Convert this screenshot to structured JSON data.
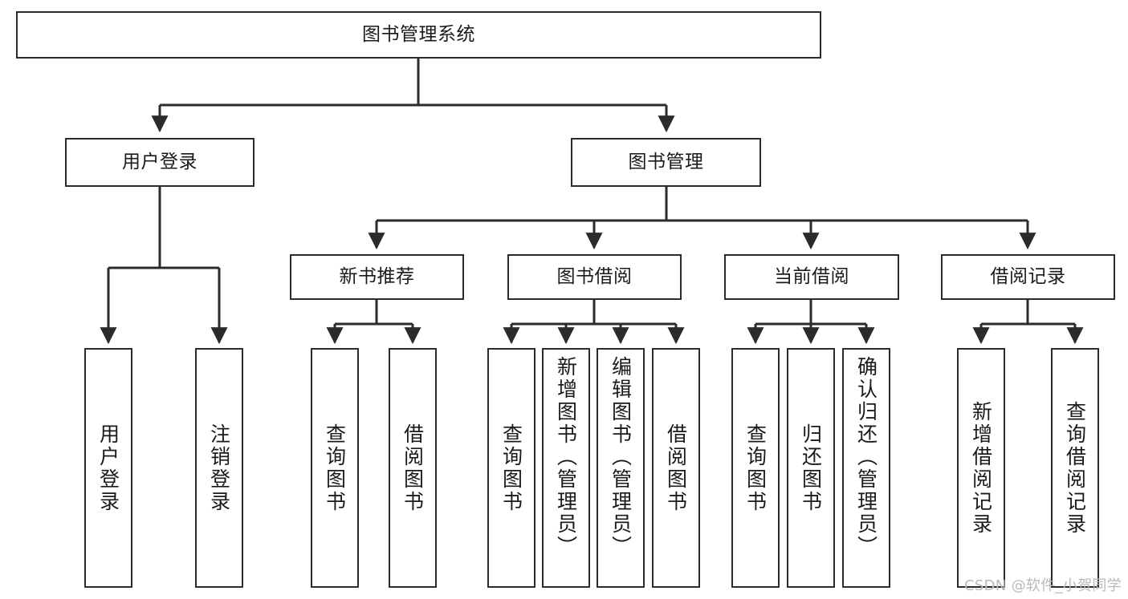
{
  "diagram": {
    "title": "图书管理系统",
    "type": "tree-hierarchy",
    "root": {
      "id": "root",
      "label": "图书管理系统",
      "orientation": "horizontal"
    },
    "level2": [
      {
        "id": "user-login",
        "label": "用户登录",
        "orientation": "horizontal"
      },
      {
        "id": "book-management",
        "label": "图书管理",
        "orientation": "horizontal"
      }
    ],
    "level3": [
      {
        "id": "new-book-recommend",
        "label": "新书推荐",
        "orientation": "horizontal",
        "parent": "book-management"
      },
      {
        "id": "book-borrow",
        "label": "图书借阅",
        "orientation": "horizontal",
        "parent": "book-management"
      },
      {
        "id": "current-borrow",
        "label": "当前借阅",
        "orientation": "horizontal",
        "parent": "book-management"
      },
      {
        "id": "borrow-record",
        "label": "借阅记录",
        "orientation": "horizontal",
        "parent": "book-management"
      }
    ],
    "leaves": [
      {
        "id": "leaf-user-login",
        "label": "用户登录",
        "orientation": "vertical",
        "parent": "user-login"
      },
      {
        "id": "leaf-logout-login",
        "label": "注销登录",
        "orientation": "vertical",
        "parent": "user-login"
      },
      {
        "id": "leaf-query-book-1",
        "label": "查询图书",
        "orientation": "vertical",
        "parent": "new-book-recommend"
      },
      {
        "id": "leaf-borrow-book-1",
        "label": "借阅图书",
        "orientation": "vertical",
        "parent": "new-book-recommend"
      },
      {
        "id": "leaf-query-book-2",
        "label": "查询图书",
        "orientation": "vertical",
        "parent": "book-borrow"
      },
      {
        "id": "leaf-add-book",
        "label": "新增图书（管理员）",
        "orientation": "vertical",
        "parent": "book-borrow"
      },
      {
        "id": "leaf-edit-book",
        "label": "编辑图书（管理员）",
        "orientation": "vertical",
        "parent": "book-borrow"
      },
      {
        "id": "leaf-borrow-book-2",
        "label": "借阅图书",
        "orientation": "vertical",
        "parent": "book-borrow"
      },
      {
        "id": "leaf-query-book-3",
        "label": "查询图书",
        "orientation": "vertical",
        "parent": "current-borrow"
      },
      {
        "id": "leaf-return-book",
        "label": "归还图书",
        "orientation": "vertical",
        "parent": "current-borrow"
      },
      {
        "id": "leaf-confirm-return",
        "label": "确认归还（管理员）",
        "orientation": "vertical",
        "parent": "current-borrow"
      },
      {
        "id": "leaf-add-record",
        "label": "新增借阅记录",
        "orientation": "vertical",
        "parent": "borrow-record"
      },
      {
        "id": "leaf-query-record",
        "label": "查询借阅记录",
        "orientation": "vertical",
        "parent": "borrow-record"
      }
    ]
  },
  "watermark": {
    "text": "CSDN @软件_小贺同学"
  },
  "colors": {
    "stroke": "#2b2b2b",
    "background": "#ffffff",
    "text": "#1a1a1a",
    "watermark": "#b9b9b9"
  }
}
